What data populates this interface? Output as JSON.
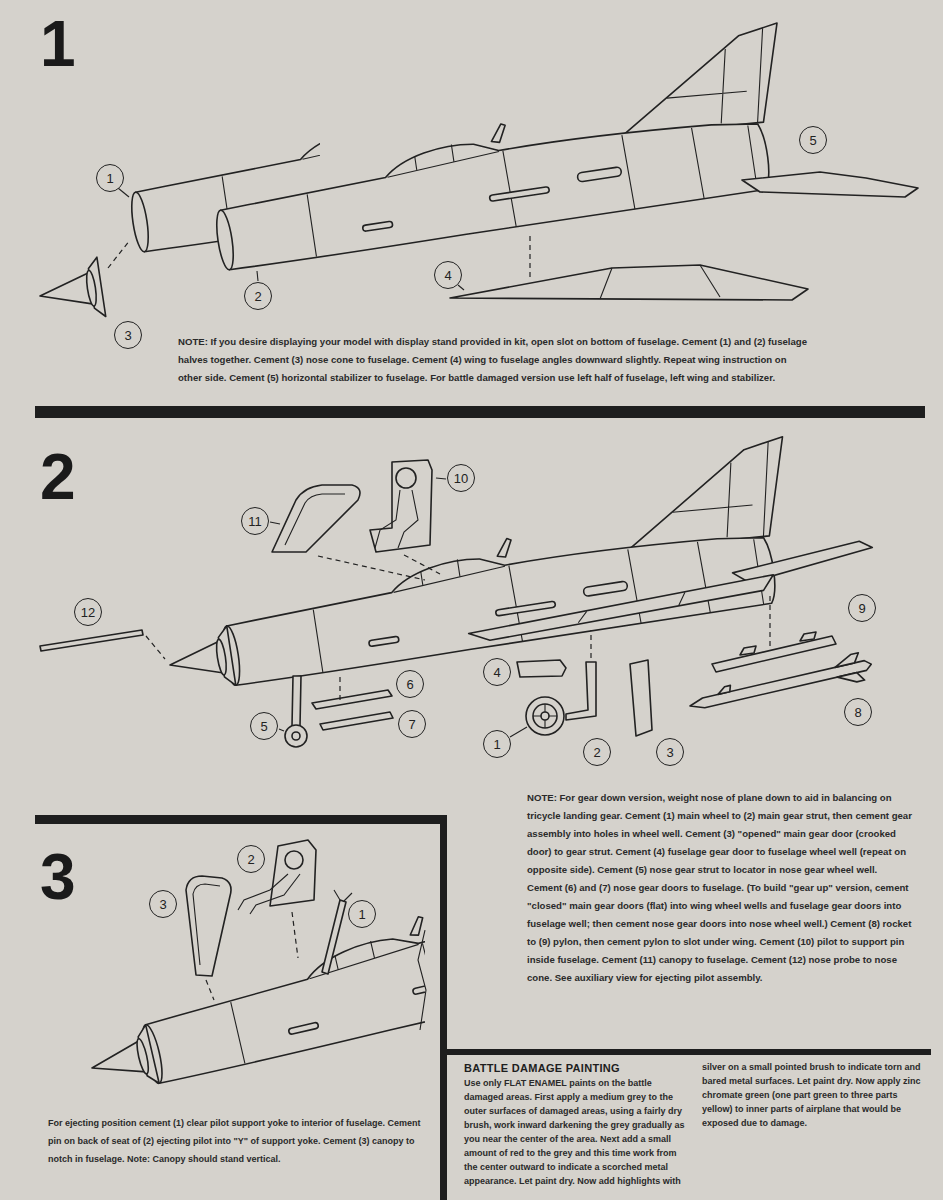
{
  "diagram": {
    "nodes": [
      {
        "text": [
          "5"
        ]
      },
      {
        "text": [
          "1"
        ]
      },
      {
        "text": [
          "4"
        ]
      },
      {
        "text": [
          "2"
        ]
      },
      {
        "text": [
          "3"
        ]
      },
      {
        "text": [
          "10"
        ]
      },
      {
        "text": [
          "11"
        ]
      },
      {
        "text": [
          "12"
        ]
      },
      {
        "text": [
          "9"
        ]
      },
      {
        "text": [
          "4"
        ]
      },
      {
        "text": [
          "6"
        ]
      },
      {
        "text": [
          "8"
        ]
      },
      {
        "text": [
          "5"
        ]
      },
      {
        "text": [
          "7"
        ]
      },
      {
        "text": [
          "1"
        ]
      },
      {
        "text": [
          "2"
        ]
      },
      {
        "text": [
          "3"
        ]
      },
      {
        "text": [
          "2"
        ]
      },
      {
        "text": [
          "3"
        ]
      },
      {
        "text": [
          "1"
        ]
      },
      {
        "text": [
          "BATTLE DAMAGE PAINTING",
          "Use only FLAT ENAMEL paints on the battle damaged areas. First apply a medium grey to the outer surfaces of damaged areas, using a fairly dry brush, work inward darkening the grey gradually as you near the center of the area. Next add a small amount of red to the grey and this time work from the center outward to indicate a scorched metal appearance. Let paint dry. Now add highlights with silver on a small pointed brush to indicate torn and bared metal surfaces. Let paint dry. Now apply zinc chromate green (one part green to three parts yellow) to inner parts of airplane that would be exposed due to damage."
        ]
      }
    ],
    "labels": [
      "1",
      "NOTE: If you desire displaying your model with display stand provided in kit, open slot on bottom of fuselage. Cement (1) and (2) fuselage halves together. Cement (3) nose cone to fuselage. Cement (4) wing to fuselage angles downward slightly. Repeat wing instruction on other side. Cement (5) horizontal stabilizer to fuselage. For battle damaged version use left half of fuselage, left wing and stabilizer.",
      "2",
      "NOTE: For gear down version, weight nose of plane down to aid in balancing on tricycle landing gear. Cement (1) main wheel to (2) main gear strut, then cement gear assembly into holes in wheel well. Cement (3) \"opened\" main gear door (crooked door) to gear strut. Cement (4) fuselage gear door to fuselage wheel well (repeat on opposite side). Cement (5) nose gear strut to locator in nose gear wheel well. Cement (6) and (7) nose gear doors to fuselage. (To build \"gear up\" version, cement \"closed\" main gear doors (flat) into wing wheel wells and fuselage gear doors into fuselage well; then cement nose gear doors into nose wheel well.) Cement (8) rocket to (9) pylon, then cement pylon to slot under wing. Cement (10) pilot to support pin inside fuselage. Cement (11) canopy to fuselage. Cement (12) nose probe to nose cone. See auxiliary view for ejecting pilot assembly.",
      "3",
      "For ejecting position cement (1) clear pilot support yoke to interior of fuselage. Cement pin on back of seat of (2) ejecting pilot into \"Y\" of support yoke. Cement (3) canopy to notch in fuselage. Note: Canopy should stand vertical."
    ]
  }
}
